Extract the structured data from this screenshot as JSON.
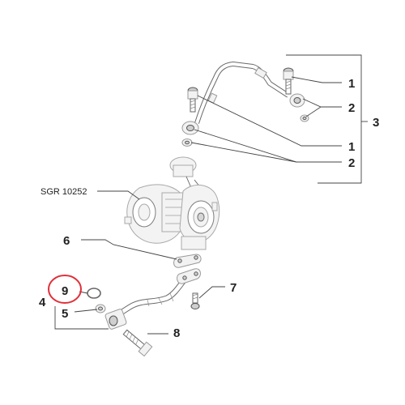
{
  "diagram": {
    "reference_code": "SGR 10252",
    "callouts": {
      "c1_upper": "1",
      "c2_upper": "2",
      "c3": "3",
      "c1_lower": "1",
      "c2_lower": "2",
      "c6": "6",
      "c9": "9",
      "c7": "7",
      "c4": "4",
      "c5": "5",
      "c8": "8"
    },
    "highlight_color": "#e0303a",
    "line_color": "#444444"
  }
}
